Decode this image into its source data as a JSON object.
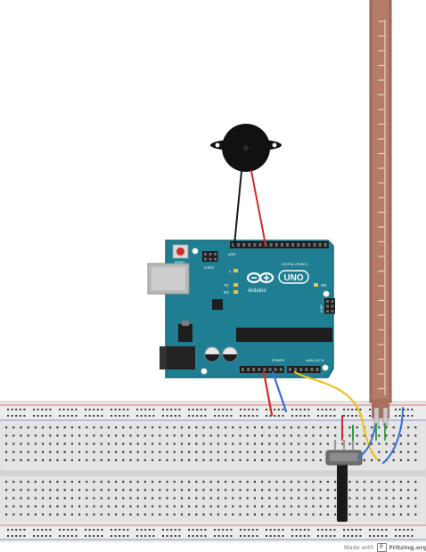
{
  "arduino": {
    "logo_text": "Arduino",
    "model_text": "UNO",
    "on_label": "ON",
    "tx_label": "TX",
    "rx_label": "RX",
    "l_label": "L",
    "digital_header": "DIGITAL (PWM~)",
    "power_header": "POWER",
    "analog_header": "ANALOG IN",
    "icsp_label": "ICSP2",
    "icsp1_label": "ICSP",
    "reset_label": "RESET",
    "aref_label": "AREF"
  },
  "footer": {
    "made_with": "Made with",
    "logo_glyph": "F",
    "brand": "Fritzing.org"
  },
  "colors": {
    "board_teal": "#1f7e92",
    "board_edge": "#16697a",
    "header_black": "#1e1e1e",
    "wire_red": "#d42a2a",
    "wire_black": "#1a1a1a",
    "wire_blue": "#3a6fd4",
    "wire_yellow": "#e9c51a",
    "wire_green": "#2f9a44",
    "breadboard": "#e6e6e6",
    "breadboard_hole": "#3b3b3b",
    "rail_red": "#e07070",
    "rail_blue": "#7b8fcf",
    "flex_sensor": "#a86f5c",
    "buzzer": "#111111",
    "usb_metal": "#b9b9b9",
    "jack_black": "#222222"
  },
  "components": [
    {
      "name": "piezo-buzzer",
      "icon": "buzzer-icon"
    },
    {
      "name": "arduino-uno",
      "icon": "board-icon"
    },
    {
      "name": "flex-sensor",
      "icon": "flex-sensor-icon"
    },
    {
      "name": "potentiometer",
      "icon": "potentiometer-icon"
    },
    {
      "name": "breadboard",
      "icon": "breadboard-icon"
    }
  ]
}
